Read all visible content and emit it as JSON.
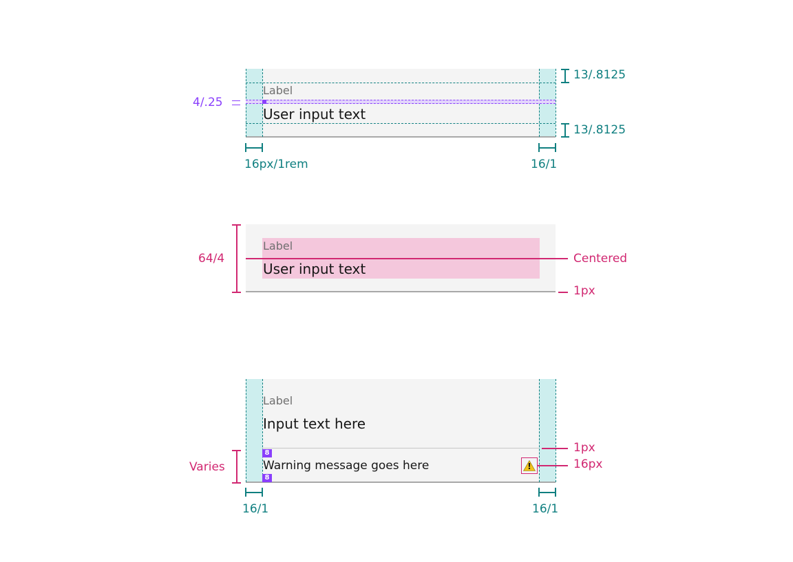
{
  "diagram_1": {
    "label": "Label",
    "input_text": "User input text",
    "left_padding": "16px/1rem",
    "right_padding": "16/1",
    "top_spacing": "13/.8125",
    "bottom_spacing": "13/.8125",
    "label_gap": "4/.25"
  },
  "diagram_2": {
    "label": "Label",
    "input_text": "User input text",
    "height": "64/4",
    "centered": "Centered",
    "border": "1px"
  },
  "diagram_3": {
    "label": "Label",
    "input_text": "Input text here",
    "warning_message": "Warning message goes here",
    "spacing_badge_top": "8",
    "spacing_badge_bottom": "8",
    "varies": "Varies",
    "divider": "1px",
    "icon_size": "16px",
    "left_padding": "16/1",
    "right_padding": "16/1",
    "warning_icon_glyph": "!"
  },
  "colors": {
    "spec_teal": "#0f7f80",
    "spec_magenta": "#d12771",
    "spec_purple": "#8a3ffc",
    "field_bg": "#f4f4f4",
    "warning": "#f1c21b"
  }
}
